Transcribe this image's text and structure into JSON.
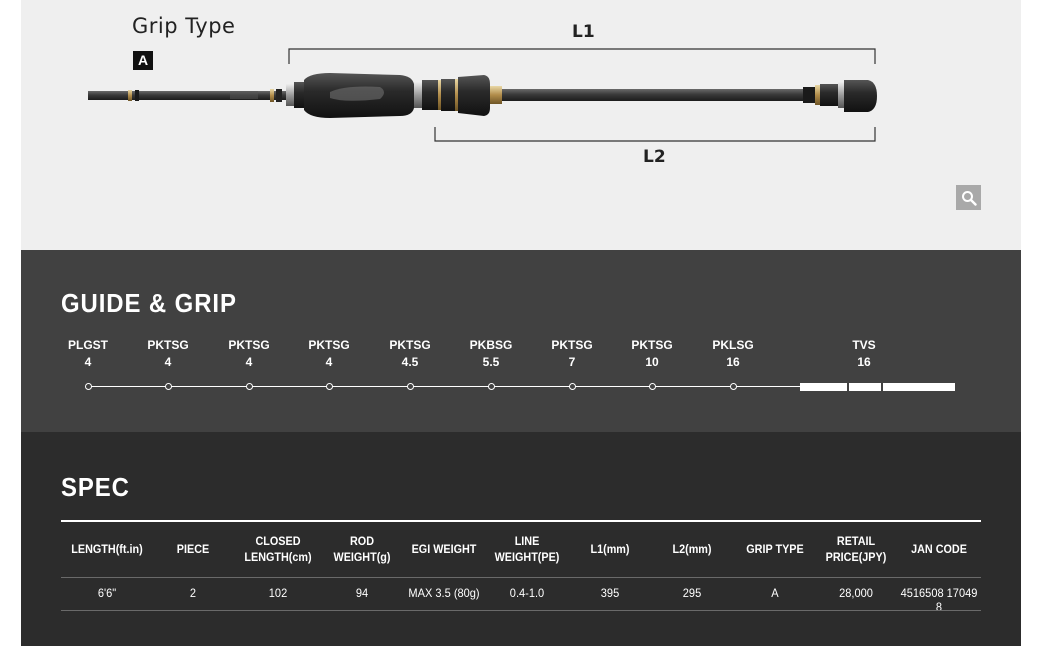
{
  "hero": {
    "grip_type_label": "Grip Type",
    "grip_type_value": "A",
    "l1_label": "L1",
    "l2_label": "L2",
    "zoom_icon": "search-icon"
  },
  "guide": {
    "title": "GUIDE & GRIP",
    "items": [
      {
        "name": "PLGST",
        "size": "4"
      },
      {
        "name": "PKTSG",
        "size": "4"
      },
      {
        "name": "PKTSG",
        "size": "4"
      },
      {
        "name": "PKTSG",
        "size": "4"
      },
      {
        "name": "PKTSG",
        "size": "4.5"
      },
      {
        "name": "PKBSG",
        "size": "5.5"
      },
      {
        "name": "PKTSG",
        "size": "7"
      },
      {
        "name": "PKTSG",
        "size": "10"
      },
      {
        "name": "PKLSG",
        "size": "16"
      },
      {
        "name": "TVS",
        "size": "16"
      }
    ]
  },
  "spec": {
    "title": "SPEC",
    "headers": [
      "LENGTH(ft.in)",
      "PIECE",
      "CLOSED\nLENGTH(cm)",
      "ROD\nWEIGHT(g)",
      "EGI WEIGHT",
      "LINE\nWEIGHT(PE)",
      "L1(mm)",
      "L2(mm)",
      "GRIP TYPE",
      "RETAIL\nPRICE(JPY)",
      "JAN CODE"
    ],
    "row": [
      "6'6\"",
      "2",
      "102",
      "94",
      "MAX 3.5 (80g)",
      "0.4-1.0",
      "395",
      "295",
      "A",
      "28,000",
      "4516508 17049 8"
    ]
  }
}
